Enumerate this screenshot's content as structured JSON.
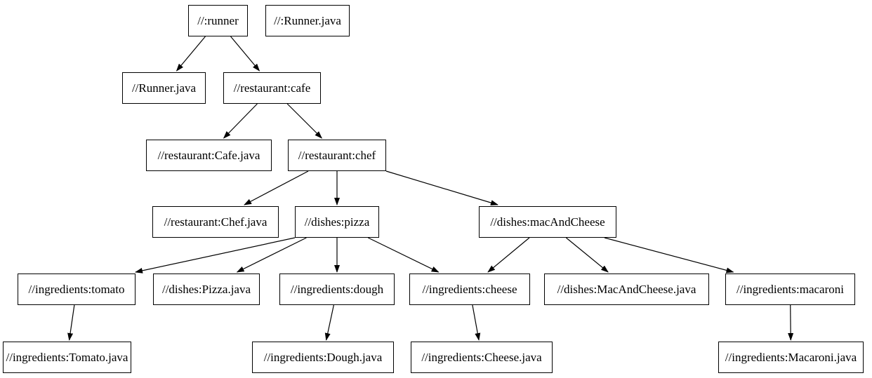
{
  "diagram": {
    "type": "dependency-graph",
    "colors": {
      "background": "#ffffff",
      "node_fill": "#ffffff",
      "node_border": "#000000",
      "edge": "#000000",
      "text": "#000000"
    },
    "nodes": [
      {
        "id": "runner",
        "label": "//:runner"
      },
      {
        "id": "root-runner-java",
        "label": "//:Runner.java"
      },
      {
        "id": "runner-java",
        "label": "//Runner.java"
      },
      {
        "id": "cafe",
        "label": "//restaurant:cafe"
      },
      {
        "id": "cafe-java",
        "label": "//restaurant:Cafe.java"
      },
      {
        "id": "chef",
        "label": "//restaurant:chef"
      },
      {
        "id": "chef-java",
        "label": "//restaurant:Chef.java"
      },
      {
        "id": "pizza",
        "label": "//dishes:pizza"
      },
      {
        "id": "mac-and-cheese",
        "label": "//dishes:macAndCheese"
      },
      {
        "id": "tomato",
        "label": "//ingredients:tomato"
      },
      {
        "id": "pizza-java",
        "label": "//dishes:Pizza.java"
      },
      {
        "id": "dough",
        "label": "//ingredients:dough"
      },
      {
        "id": "cheese",
        "label": "//ingredients:cheese"
      },
      {
        "id": "mac-and-cheese-java",
        "label": "//dishes:MacAndCheese.java"
      },
      {
        "id": "macaroni",
        "label": "//ingredients:macaroni"
      },
      {
        "id": "tomato-java",
        "label": "//ingredients:Tomato.java"
      },
      {
        "id": "dough-java",
        "label": "//ingredients:Dough.java"
      },
      {
        "id": "cheese-java",
        "label": "//ingredients:Cheese.java"
      },
      {
        "id": "macaroni-java",
        "label": "//ingredients:Macaroni.java"
      }
    ],
    "edges": [
      {
        "from": "runner",
        "to": "runner-java"
      },
      {
        "from": "runner",
        "to": "cafe"
      },
      {
        "from": "cafe",
        "to": "cafe-java"
      },
      {
        "from": "cafe",
        "to": "chef"
      },
      {
        "from": "chef",
        "to": "chef-java"
      },
      {
        "from": "chef",
        "to": "pizza"
      },
      {
        "from": "chef",
        "to": "mac-and-cheese"
      },
      {
        "from": "pizza",
        "to": "tomato"
      },
      {
        "from": "pizza",
        "to": "pizza-java"
      },
      {
        "from": "pizza",
        "to": "dough"
      },
      {
        "from": "pizza",
        "to": "cheese"
      },
      {
        "from": "mac-and-cheese",
        "to": "cheese"
      },
      {
        "from": "mac-and-cheese",
        "to": "mac-and-cheese-java"
      },
      {
        "from": "mac-and-cheese",
        "to": "macaroni"
      },
      {
        "from": "tomato",
        "to": "tomato-java"
      },
      {
        "from": "dough",
        "to": "dough-java"
      },
      {
        "from": "cheese",
        "to": "cheese-java"
      },
      {
        "from": "macaroni",
        "to": "macaroni-java"
      }
    ]
  }
}
